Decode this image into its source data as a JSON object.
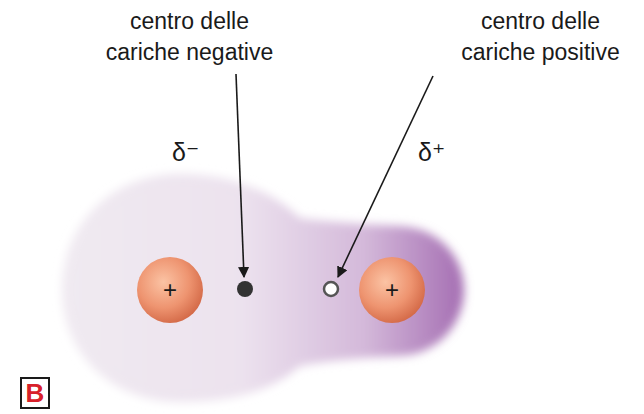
{
  "diagram": {
    "nodes": [
      {
        "text": [
          "+"
        ]
      },
      {
        "text": [
          "+"
        ]
      },
      {
        "text": [
          "B"
        ]
      }
    ],
    "labels": [
      "centro delle cariche negative",
      "centro delle cariche positive",
      "δ⁻",
      "δ⁺"
    ]
  }
}
